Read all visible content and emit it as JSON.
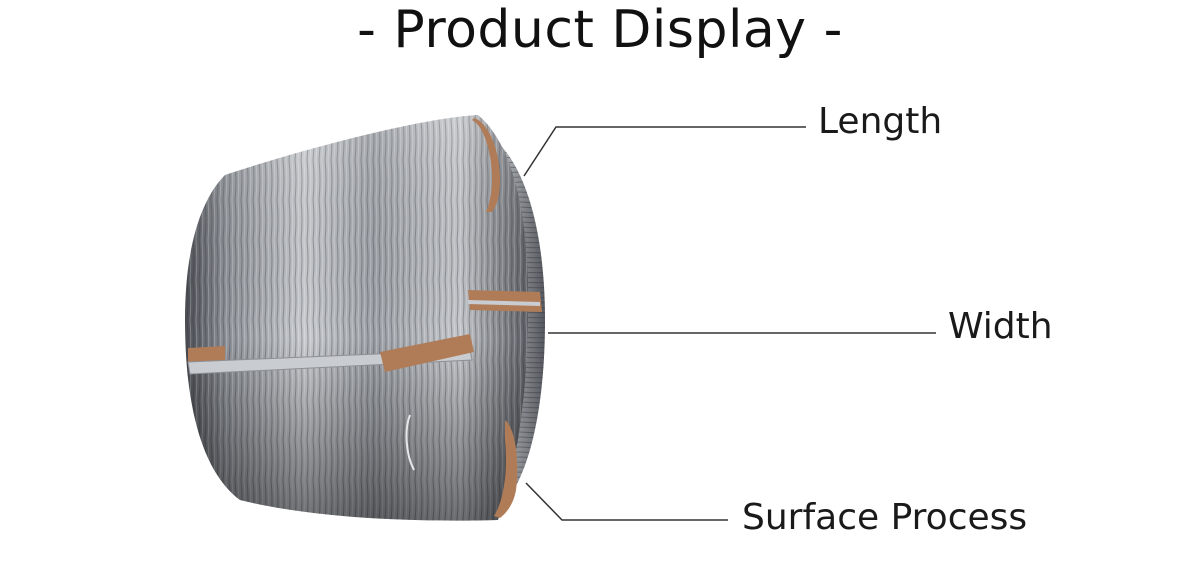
{
  "title": "- Product Display -",
  "callouts": {
    "length": "Length",
    "width": "Width",
    "surface": "Surface Process"
  },
  "colors": {
    "wire_dark": "#3b3e44",
    "wire_mid": "#7b7f86",
    "wire_light": "#d9dbde",
    "band_tan": "#b07c58",
    "band_steel": "#c9ccd0",
    "leader_line": "#333333"
  },
  "image": {
    "subject": "steel-wire-coil-icon"
  }
}
